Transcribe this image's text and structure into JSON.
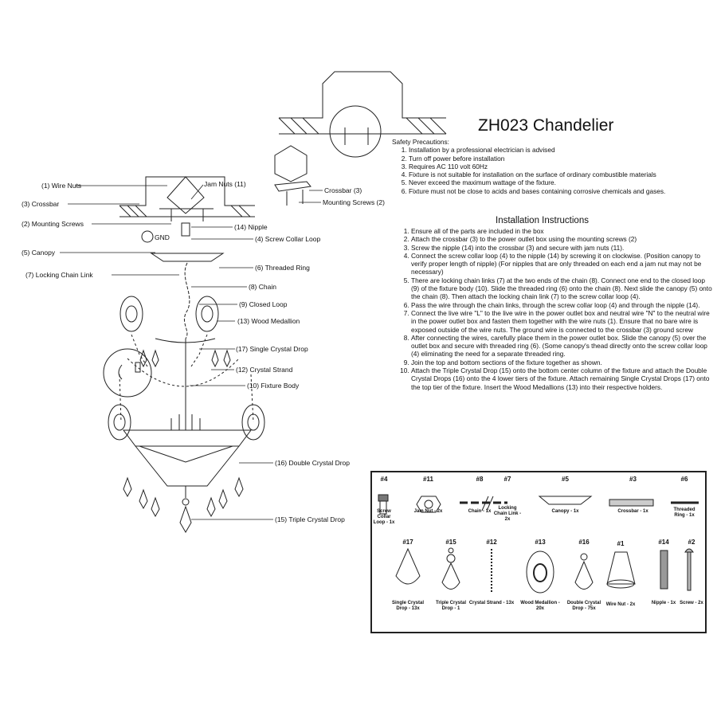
{
  "title": "ZH023 Chandelier",
  "safety": {
    "heading": "Safety Precautions:",
    "items": [
      "Installation by a professional electrician is advised",
      "Turn off power before installation",
      "Requires AC 110 volt 60Hz",
      "Fixture is not suitable for installation on the surface of ordinary combustible materials",
      "Never exceed the maximum wattage of the fixture.",
      "Fixture must not be close to acids and bases containing corrosive chemicals and gases."
    ]
  },
  "installation": {
    "heading": "Installation Instructions",
    "items": [
      "Ensure all of the parts are included in the box",
      "Attach the crossbar (3) to the power outlet box using the mounting screws (2)",
      "Screw the nipple (14) into the crossbar (3) and secure with jam nuts (11).",
      "Connect the screw collar loop (4) to the nipple (14) by screwing it on clockwise. (Position canopy to verify proper length of nipple) (For nipples that are only threaded on each end a jam nut may not be necessary)",
      "There are locking chain links (7) at the two ends of the chain (8). Connect one end to the closed loop (9) of the fixture body (10).  Slide the threaded ring (6) onto the chain (8). Next slide the canopy (5) onto the chain (8). Then attach the locking chain link (7) to the screw collar loop (4).",
      "Pass the wire through the chain links, through the screw collar loop (4) and through the nipple (14).",
      "Connect the live wire \"L\" to the live wire in the power outlet box and neutral wire \"N\" to the neutral wire in the power outlet box and fasten them together with the wire nuts (1). Ensure that no bare wire is exposed outside of the wire nuts.  The ground wire is connected to the crossbar (3) ground screw",
      "After connecting the wires, carefully place them in the power outlet box.  Slide the canopy (5) over the outlet box and secure with threaded ring (6). (Some canopy's thead directly onto the screw collar loop (4) eliminating the need for a separate threaded ring.",
      "Join the top and bottom sections of the fixture together as shown.",
      "Attach the Triple Crystal Drop (15) onto the bottom center column of the fixture and attach the Double Crystal Drops (16) onto the 4 lower tiers of the fixture.  Attach remaining Single Crystal Drops (17) onto the top tier of the fixture.  Insert the Wood Medallions (13) into their respective holders."
    ]
  },
  "diagram_labels": {
    "wire_nuts": "(1) Wire Nuts",
    "crossbar": "(3) Crossbar",
    "mounting_screws": "(2) Mounting Screws",
    "gnd": "GND",
    "canopy": "(5) Canopy",
    "locking_chain_link": "(7) Locking Chain Link",
    "jam_nuts": "Jam Nuts (11)",
    "nipple": "(14) Nipple",
    "screw_collar_loop": "(4) Screw Collar Loop",
    "threaded_ring": "(6) Threaded Ring",
    "chain": "(8) Chain",
    "closed_loop": "(9) Closed Loop",
    "wood_medallion": "(13) Wood Medallion",
    "single_crystal_drop": "(17) Single Crystal Drop",
    "crystal_strand": "(12) Crystal Strand",
    "fixture_body": "(10) Fixture Body",
    "double_crystal_drop": "(16) Double Crystal Drop",
    "triple_crystal_drop": "(15) Triple Crystal Drop",
    "crossbar_detail": "Crossbar (3)",
    "mounting_screws_detail": "Mounting Screws (2)"
  },
  "parts": [
    {
      "num": "#4",
      "label": "Screw Collar Loop - 1x"
    },
    {
      "num": "#11",
      "label": "Jam Nut - 2x"
    },
    {
      "num": "#8",
      "label": "Chain - 1x"
    },
    {
      "num": "#7",
      "label": "Locking Chain Link - 2x"
    },
    {
      "num": "#5",
      "label": "Canopy - 1x"
    },
    {
      "num": "#3",
      "label": "Crossbar - 1x"
    },
    {
      "num": "#6",
      "label": "Threaded Ring - 1x"
    },
    {
      "num": "#17",
      "label": "Single Crystal Drop - 13x"
    },
    {
      "num": "#15",
      "label": "Triple Crystal Drop - 1"
    },
    {
      "num": "#12",
      "label": "Crystal Strand - 13x"
    },
    {
      "num": "#13",
      "label": "Wood Medallion - 20x"
    },
    {
      "num": "#16",
      "label": "Double Crystal Drop - 75x"
    },
    {
      "num": "#1",
      "label": "Wire Nut - 2x"
    },
    {
      "num": "#14",
      "label": "Nipple - 1x"
    },
    {
      "num": "#2",
      "label": "Screw - 2x"
    }
  ]
}
